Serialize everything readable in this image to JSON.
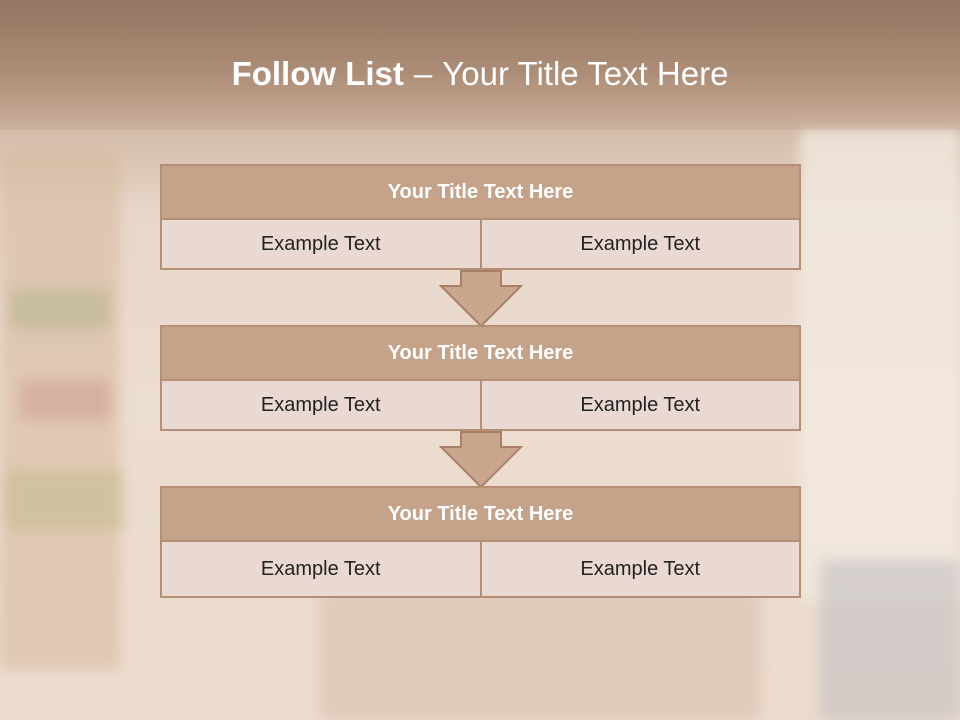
{
  "title": {
    "bold": "Follow List",
    "separator": "–",
    "rest": "Your Title Text Here"
  },
  "blocks": [
    {
      "title": "Your Title Text Here",
      "left": "Example Text",
      "right": "Example Text"
    },
    {
      "title": "Your Title Text Here",
      "left": "Example Text",
      "right": "Example Text"
    },
    {
      "title": "Your Title Text Here",
      "left": "Example Text",
      "right": "Example Text"
    }
  ],
  "colors": {
    "header_fill": "#c5a28a",
    "border": "#b58f75",
    "cell_fill": "#ead9d3",
    "arrow_fill": "#c9a68e"
  }
}
